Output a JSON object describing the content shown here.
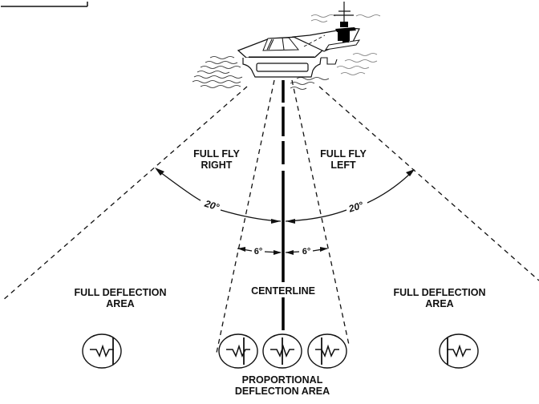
{
  "diagram": {
    "title_rule": true,
    "labels": {
      "full_fly_right": [
        "FULL FLY",
        "RIGHT"
      ],
      "full_fly_left": [
        "FULL FLY",
        "LEFT"
      ],
      "full_deflection_left": [
        "FULL DEFLECTION",
        "AREA"
      ],
      "full_deflection_right": [
        "FULL DEFLECTION",
        "AREA"
      ],
      "centerline": "CENTERLINE",
      "proportional": [
        "PROPORTIONAL",
        "DEFLECTION AREA"
      ]
    },
    "angles": {
      "outer_left": "20°",
      "outer_right": "20°",
      "inner_left": "6°",
      "inner_right": "6°"
    },
    "sectors": {
      "full_fly_angle_deg": 20,
      "proportional_half_angle_deg": 6
    },
    "indicators": [
      {
        "name": "indicator-full-left",
        "needle": "right",
        "position": "full-deflection-left"
      },
      {
        "name": "indicator-prop-left",
        "needle": "right-slight",
        "position": "proportional-left"
      },
      {
        "name": "indicator-center",
        "needle": "center",
        "position": "centerline"
      },
      {
        "name": "indicator-prop-right",
        "needle": "left-slight",
        "position": "proportional-right"
      },
      {
        "name": "indicator-full-right",
        "needle": "left",
        "position": "full-deflection-right"
      }
    ],
    "colors": {
      "ink": "#111111",
      "background": "#ffffff",
      "ship_fill": "#000000",
      "wave_light": "#777777"
    }
  }
}
